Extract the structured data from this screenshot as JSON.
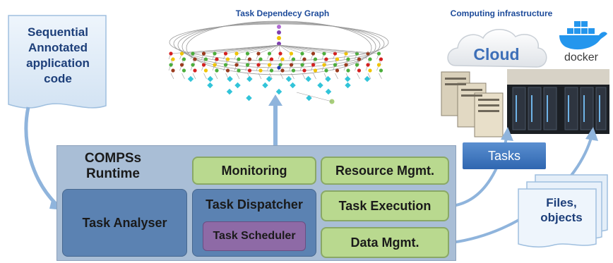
{
  "input_doc": {
    "lines": [
      "Sequential",
      "Annotated",
      "application",
      "code"
    ]
  },
  "graph": {
    "title": "Task Dependecy Graph"
  },
  "infrastructure": {
    "title": "Computing infrastructure",
    "cloud_label": "Cloud",
    "docker_label": "docker"
  },
  "runtime": {
    "title_line1": "COMPSs",
    "title_line2": "Runtime",
    "task_analyser": "Task Analyser",
    "task_dispatcher": "Task Dispatcher",
    "task_scheduler": "Task Scheduler",
    "monitoring": "Monitoring",
    "resource_mgmt": "Resource Mgmt.",
    "task_execution": "Task Execution",
    "data_mgmt": "Data Mgmt."
  },
  "tasks_label": "Tasks",
  "files": {
    "line1": "Files,",
    "line2": "objects"
  },
  "colors": {
    "runtime_panel": "#a9bed6",
    "module_green": "#b9d98f",
    "module_blue": "#5b82b2",
    "scheduler_purple": "#8e6aa6",
    "arrow": "#8fb4dc",
    "title_blue": "#1d4b9a"
  }
}
